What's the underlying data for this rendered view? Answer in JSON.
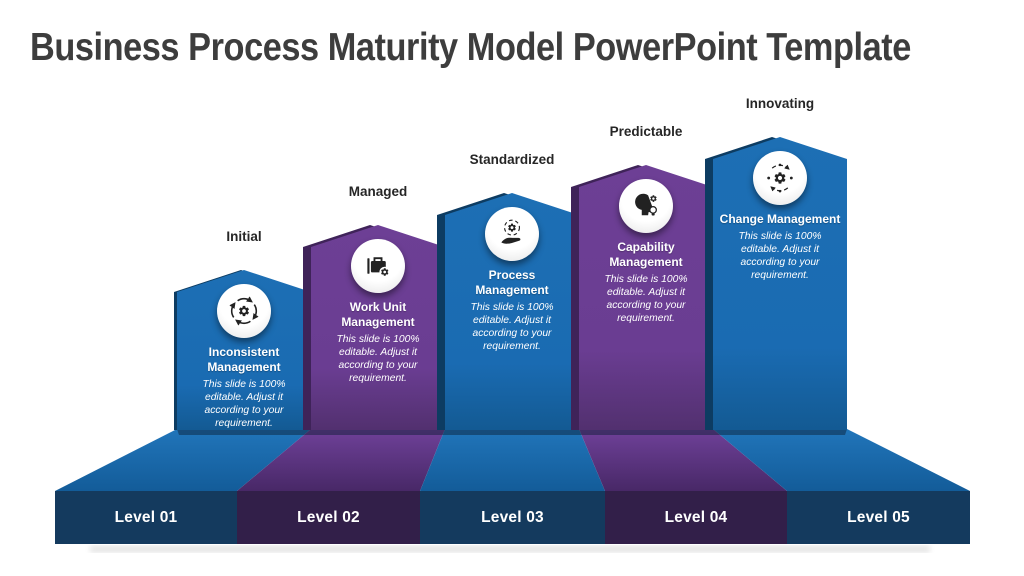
{
  "title": "Business Process Maturity Model PowerPoint Template",
  "description": "This slide is 100% editable. Adjust it according to your requirement.",
  "palette": {
    "column_blue": "#1a6bb2",
    "column_blue_bevel": "#0d3c62",
    "column_purple": "#6a3d92",
    "column_purple_bevel": "#3f2359",
    "bar_navy": "#143a5e",
    "bar_purple": "#321f49",
    "ramp_blue_top": "#2175ba",
    "ramp_blue_bottom": "#135c99",
    "ramp_purple_top": "#6f4199",
    "ramp_purple_bottom": "#482867",
    "title_text": "#3d3d3d",
    "label_text": "#262626",
    "content_text": "#ffffff"
  },
  "stages": [
    {
      "maturity_label": "Initial",
      "title": "Inconsistent Management",
      "level": "Level 01",
      "theme": "blue",
      "icon": "gear-sync-icon"
    },
    {
      "maturity_label": "Managed",
      "title": "Work Unit Management",
      "level": "Level 02",
      "theme": "purple",
      "icon": "briefcase-gear-icon"
    },
    {
      "maturity_label": "Standardized",
      "title": "Process Management",
      "level": "Level 03",
      "theme": "blue",
      "icon": "hand-gear-icon"
    },
    {
      "maturity_label": "Predictable",
      "title": "Capability Management",
      "level": "Level 04",
      "theme": "purple",
      "icon": "head-gear-bulb-icon"
    },
    {
      "maturity_label": "Innovating",
      "title": "Change Management",
      "level": "Level 05",
      "theme": "blue",
      "icon": "gear-network-icon"
    }
  ]
}
